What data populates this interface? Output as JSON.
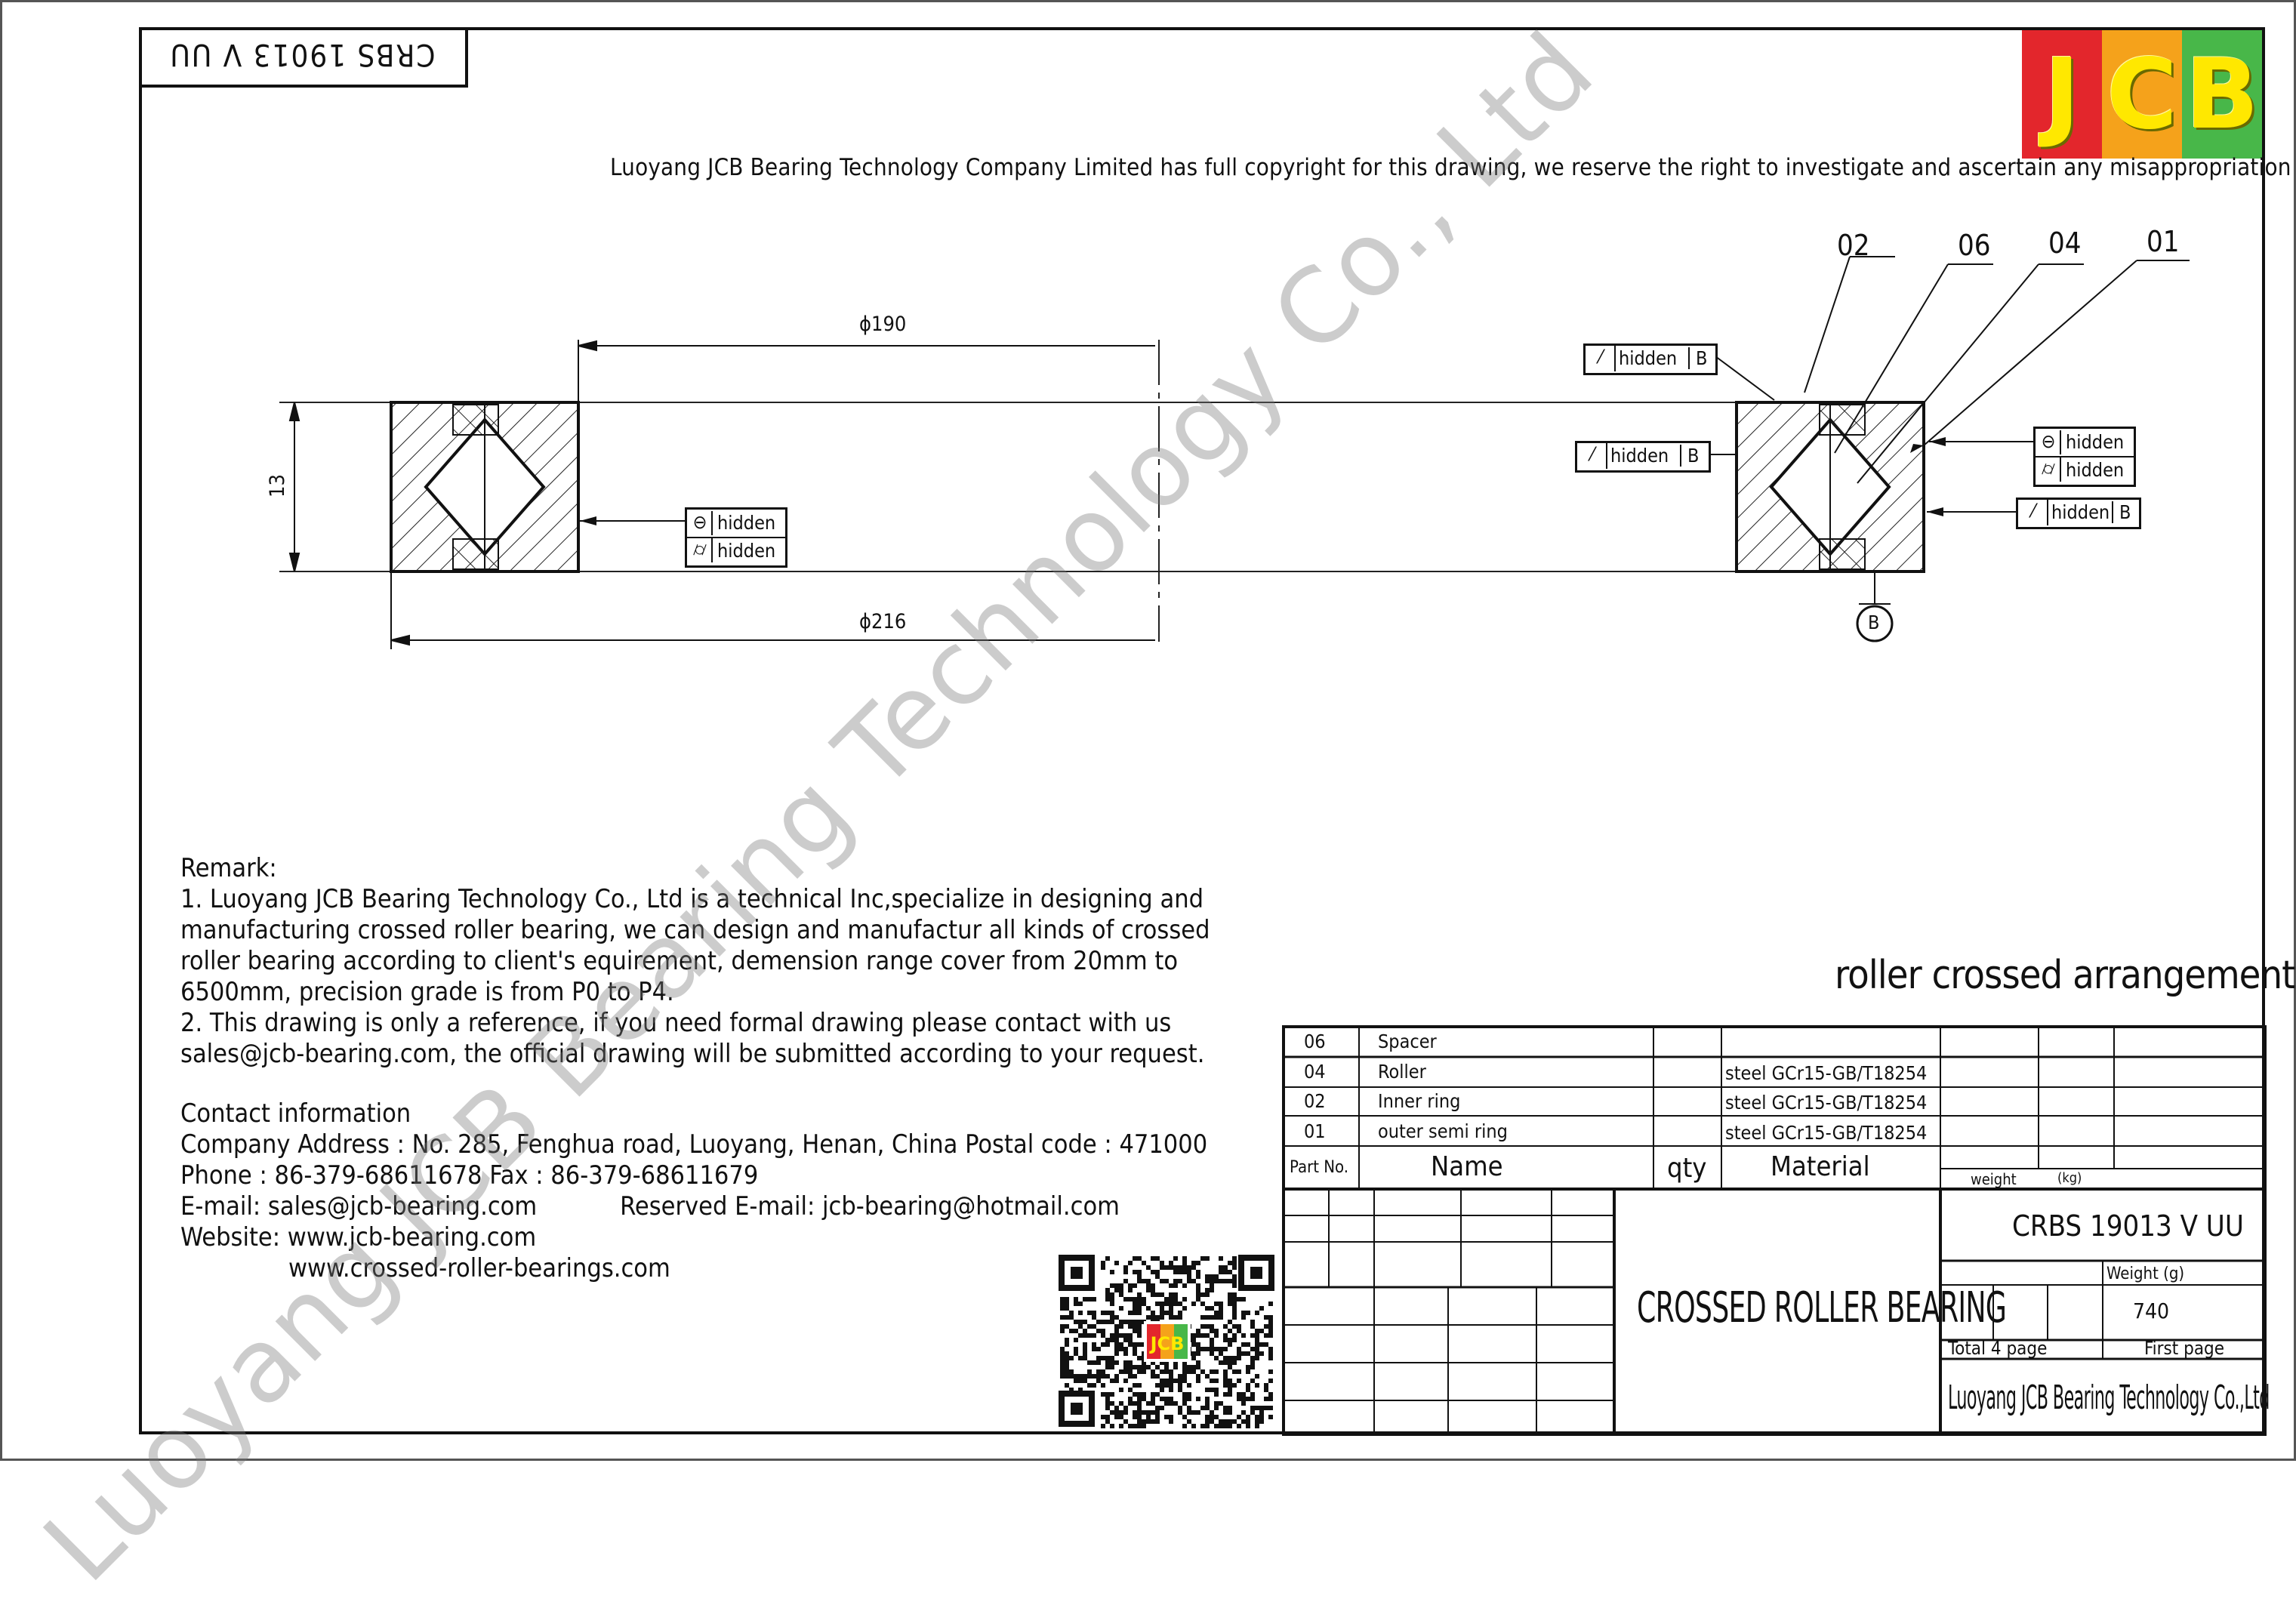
{
  "title_flipped": "CRBS 19013 V UU",
  "logo": {
    "letters": [
      "J",
      "C",
      "B"
    ],
    "colors": [
      "#e3262c",
      "#f5a21b",
      "#48b749"
    ]
  },
  "copyright": "Luoyang JCB Bearing Technology Company Limited has full copyright for this drawing, we reserve the right to investigate and ascertain any misappropriation immorally",
  "watermark": "Luoyang JCB Bearing Technology Co., Ltd",
  "drawing": {
    "dim_top": "ϕ190",
    "dim_bottom": "ϕ216",
    "dim_height": "13",
    "callouts": [
      "02",
      "06",
      "04",
      "01"
    ],
    "hidden_label": "hidden",
    "datum_letter": "B"
  },
  "remark": {
    "heading": "Remark:",
    "lines": [
      "1. Luoyang JCB Bearing Technology Co., Ltd is a technical Inc,specialize in designing and",
      "manufacturing crossed roller bearing, we can design and manufactur all kinds of crossed",
      "roller bearing according to client's equirement, demension range cover from 20mm to",
      "6500mm, precision grade is from P0 to P4.",
      "2. This drawing is only a reference, if you need formal drawing please contact with us",
      "sales@jcb-bearing.com, the official drawing will be submitted according to your request."
    ]
  },
  "contact": {
    "heading": "Contact information",
    "address": "Company Address :   No. 285, Fenghua road, Luoyang, Henan, China   Postal code : 471000",
    "phone": "Phone : 86-379-68611678  Fax : 86-379-68611679",
    "email": "E-mail: sales@jcb-bearing.com",
    "reserved_email": "Reserved E-mail: jcb-bearing@hotmail.com",
    "website_label": "Website:",
    "website_1": "www.jcb-bearing.com",
    "website_2": "www.crossed-roller-bearings.com"
  },
  "qr_logo_text": "JCB",
  "arrangement": "roller crossed arrangement",
  "parts_table": {
    "rows": [
      {
        "no": "06",
        "name": "Spacer",
        "material": ""
      },
      {
        "no": "04",
        "name": "Roller",
        "material": "steel GCr15-GB/T18254"
      },
      {
        "no": "02",
        "name": "Inner ring",
        "material": "steel GCr15-GB/T18254"
      },
      {
        "no": "01",
        "name": "outer semi ring",
        "material": "steel GCr15-GB/T18254"
      }
    ],
    "headers": {
      "part_no": "Part No.",
      "name": "Name",
      "qty": "qty",
      "material": "Material",
      "weight": "weight",
      "weight_unit": "(kg)"
    }
  },
  "title_block": {
    "product_title": "CROSSED ROLLER BEARING",
    "model": "CRBS 19013 V UU",
    "weight_label": "Weight (g)",
    "weight_value": "740",
    "total_pages": "Total 4 page",
    "first_page": "First page",
    "company": "Luoyang JCB Bearing Technology Co.,Ltd"
  }
}
